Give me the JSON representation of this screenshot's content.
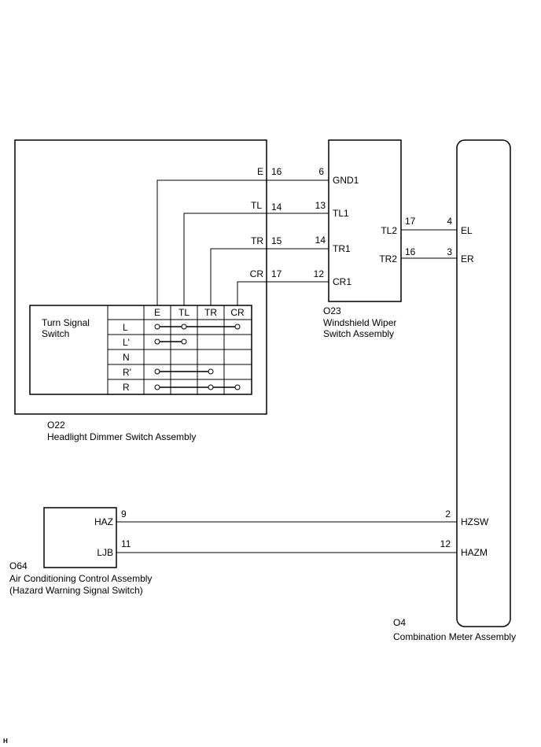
{
  "o22": {
    "code": "O22",
    "name": "Headlight Dimmer Switch Assembly",
    "terminals": [
      {
        "label": "E",
        "pin": "16"
      },
      {
        "label": "TL",
        "pin": "14"
      },
      {
        "label": "TR",
        "pin": "15"
      },
      {
        "label": "CR",
        "pin": "17"
      }
    ]
  },
  "turn_signal": {
    "title_line1": "Turn Signal",
    "title_line2": "Switch",
    "columns": [
      "E",
      "TL",
      "TR",
      "CR"
    ],
    "rows": [
      "L",
      "L'",
      "N",
      "R'",
      "R"
    ]
  },
  "o23": {
    "code": "O23",
    "name_line1": "Windshield Wiper",
    "name_line2": "Switch Assembly",
    "left_terminals": [
      {
        "label": "GND1",
        "pin": "6"
      },
      {
        "label": "TL1",
        "pin": "13"
      },
      {
        "label": "TR1",
        "pin": "14"
      },
      {
        "label": "CR1",
        "pin": "12"
      }
    ],
    "right_terminals": [
      {
        "label": "TL2",
        "pin": "17"
      },
      {
        "label": "TR2",
        "pin": "16"
      }
    ]
  },
  "o4": {
    "code": "O4",
    "name": "Combination Meter Assembly",
    "terminals": [
      {
        "label": "EL",
        "pin": "4"
      },
      {
        "label": "ER",
        "pin": "3"
      },
      {
        "label": "HZSW",
        "pin": "2"
      },
      {
        "label": "HAZM",
        "pin": "12"
      }
    ]
  },
  "o64": {
    "code": "O64",
    "name_line1": "Air Conditioning Control Assembly",
    "name_line2": "(Hazard Warning Signal Switch)",
    "terminals": [
      {
        "label": "HAZ",
        "pin": "9"
      },
      {
        "label": "LJB",
        "pin": "11"
      }
    ]
  },
  "footer_mark": "H"
}
